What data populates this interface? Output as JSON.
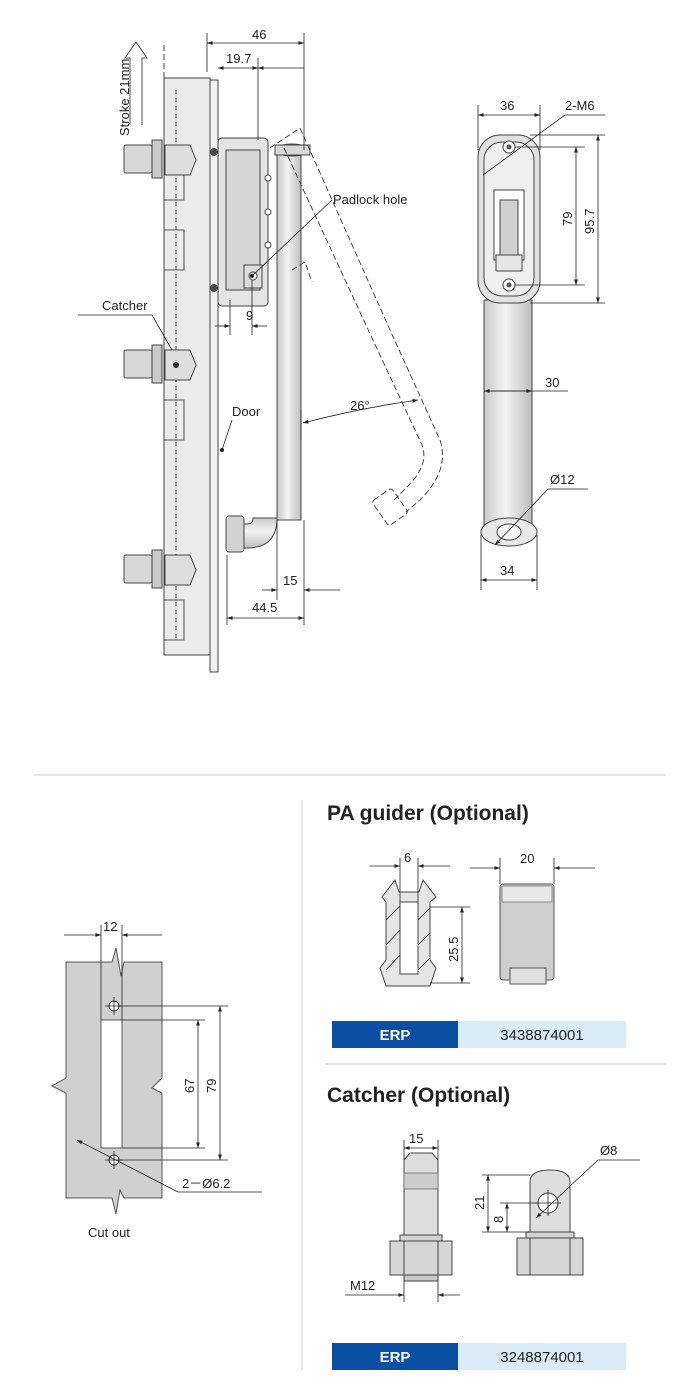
{
  "colors": {
    "erp_blue": "#0a4fa3",
    "erp_light": "#d9ecf7",
    "metal_light": "#e6e6e6",
    "metal_mid": "#cfcfcf",
    "divider": "#cccccc"
  },
  "side_view": {
    "stroke_label": "Stroke 21mm",
    "padlock_label": "Padlock hole",
    "catcher_label": "Catcher",
    "door_label": "Door",
    "dim_46": "46",
    "dim_19_7": "19.7",
    "dim_9": "9",
    "dim_26": "26°",
    "dim_15": "15",
    "dim_44_5": "44.5"
  },
  "front_view": {
    "dim_36": "36",
    "dim_2m6": "2-M6",
    "dim_79": "79",
    "dim_95_7": "95.7",
    "dim_30": "30",
    "dim_d12": "Ø12",
    "dim_34": "34"
  },
  "cutout": {
    "caption": "Cut out",
    "dim_12": "12",
    "dim_67": "67",
    "dim_79": "79",
    "dim_hole": "2－Ø6.2"
  },
  "pa_guider": {
    "title": "PA guider (Optional)",
    "dim_6": "6",
    "dim_25_5": "25.5",
    "dim_20": "20",
    "erp_label": "ERP",
    "erp_value": "3438874001"
  },
  "catcher_optional": {
    "title": "Catcher (Optional)",
    "dim_15": "15",
    "dim_d8": "Ø8",
    "dim_21": "21",
    "dim_8": "8",
    "dim_m12": "M12",
    "erp_label": "ERP",
    "erp_value": "3248874001"
  }
}
